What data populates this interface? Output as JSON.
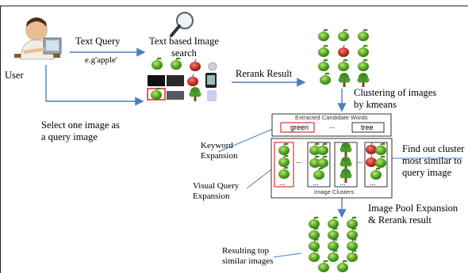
{
  "labels": {
    "user": "User",
    "text_query": "Text Query",
    "example_query": "e.g'apple'",
    "text_search": [
      "Text based Image",
      "search"
    ],
    "rerank_result": "Rerank Result",
    "clustering": [
      "Clustering of images",
      "by kmeans"
    ],
    "select_image": [
      "Select  one image as",
      "a query image"
    ],
    "keyword_expansion": [
      "Keyword",
      "Expansion"
    ],
    "visual_query_expansion": [
      "Visual Query",
      "Expansion"
    ],
    "find_cluster": [
      "Find out cluster",
      "most similar to",
      "query image"
    ],
    "pool_expansion": [
      "Image Pool Expansion",
      "& Rerank result"
    ],
    "resulting": [
      "Resulting top",
      "similar images"
    ]
  },
  "candidate_box": {
    "title": "Extracted Candidate Words",
    "words": [
      "green",
      "...",
      "tree"
    ]
  },
  "clusters_box": {
    "title": "Image Clusters",
    "ellipsis": "...",
    "ellipsis_between": [
      "...",
      "...",
      "..."
    ]
  },
  "colors": {
    "arrow": "#4a7fc0",
    "highlight_red": "#e03030",
    "apple_green": "#5aa82a",
    "apple_red": "#c0302a",
    "tree_brown": "#7a4a1e"
  },
  "icons": [
    "user-at-desk-icon",
    "magnifier-icon",
    "apple-icon",
    "tree-icon",
    "phone-icon"
  ]
}
